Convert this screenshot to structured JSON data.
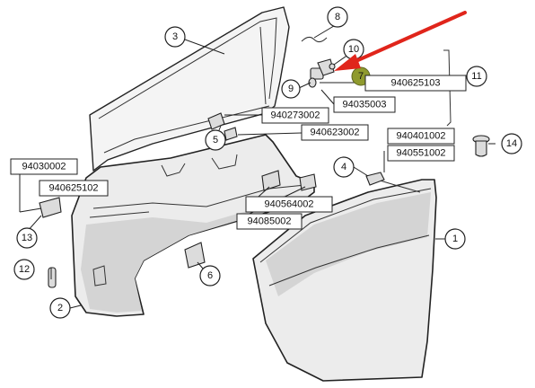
{
  "callouts": {
    "c1": "1",
    "c2": "2",
    "c3": "3",
    "c4": "4",
    "c5": "5",
    "c6": "6",
    "c7": "7",
    "c8": "8",
    "c9": "9",
    "c10": "10",
    "c11": "11",
    "c12": "12",
    "c13": "13",
    "c14": "14"
  },
  "part_codes": {
    "p940625103": "940625103",
    "p94035003": "94035003",
    "p940273002": "940273002",
    "p940623002": "940623002",
    "p940401002": "940401002",
    "p940551002": "940551002",
    "p94030002": "94030002",
    "p940625102": "940625102",
    "p940564002": "940564002",
    "p94085002": "94085002"
  },
  "colors": {
    "highlight_arrow": "#e0251b",
    "highlight_circle": "#8f9a2e",
    "line": "#222222",
    "part_fill": "#ececec"
  }
}
